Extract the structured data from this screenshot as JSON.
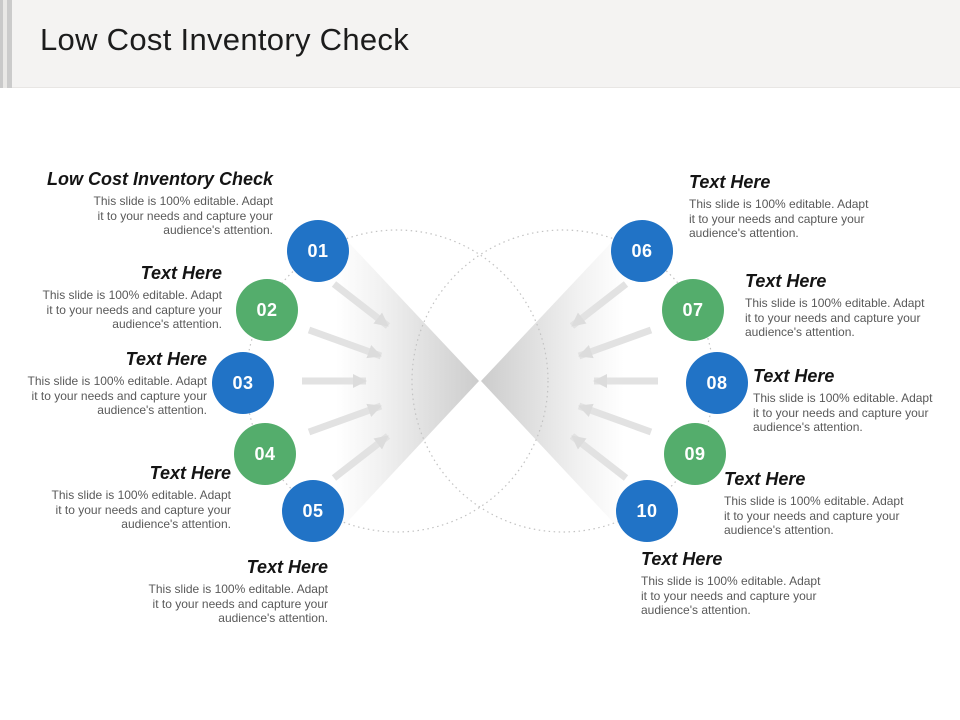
{
  "slide_title": "Low Cost Inventory Check",
  "colors": {
    "circle_blue": "#2173c6",
    "circle_green": "#54ad6c",
    "header_background": "#f4f3f2",
    "heading_text": "#141414",
    "body_text": "#595959",
    "dashed_ring": "#c2c2c2",
    "funnel_gray": "#cccccc",
    "arrow_gray": "#e2e2e2"
  },
  "items": [
    {
      "number": "01",
      "heading": "Low Cost Inventory Check",
      "lines": [
        "This slide is 100% editable. Adapt",
        "it to your needs and capture your",
        "audience's attention."
      ]
    },
    {
      "number": "02",
      "heading": "Text Here",
      "lines": [
        "This slide is 100% editable. Adapt",
        "it to your needs and capture your",
        "audience's attention."
      ]
    },
    {
      "number": "03",
      "heading": "Text Here",
      "lines": [
        "This slide is 100% editable. Adapt",
        "it to your needs and capture your",
        "audience's attention."
      ]
    },
    {
      "number": "04",
      "heading": "Text Here",
      "lines": [
        "This slide is 100% editable. Adapt",
        "it to your needs and capture your",
        "audience's attention."
      ]
    },
    {
      "number": "05",
      "heading": "Text Here",
      "lines": [
        "This slide is 100% editable. Adapt",
        "it to your needs and capture your",
        "audience's attention."
      ]
    },
    {
      "number": "06",
      "heading": "Text Here",
      "lines": [
        "This slide is 100% editable. Adapt",
        "it to your needs and capture your",
        "audience's attention."
      ]
    },
    {
      "number": "07",
      "heading": "Text Here",
      "lines": [
        "This slide is 100% editable. Adapt",
        "it to your needs and capture your",
        "audience's attention."
      ]
    },
    {
      "number": "08",
      "heading": "Text Here",
      "lines": [
        "This slide is 100% editable. Adapt",
        "it to your needs and capture your",
        "audience's attention."
      ]
    },
    {
      "number": "09",
      "heading": "Text Here",
      "lines": [
        "This slide is 100% editable. Adapt",
        "it to your needs and capture your",
        "audience's attention."
      ]
    },
    {
      "number": "10",
      "heading": "Text Here",
      "lines": [
        "This slide is 100% editable. Adapt",
        "it to your needs and capture your",
        "audience's attention."
      ]
    }
  ]
}
